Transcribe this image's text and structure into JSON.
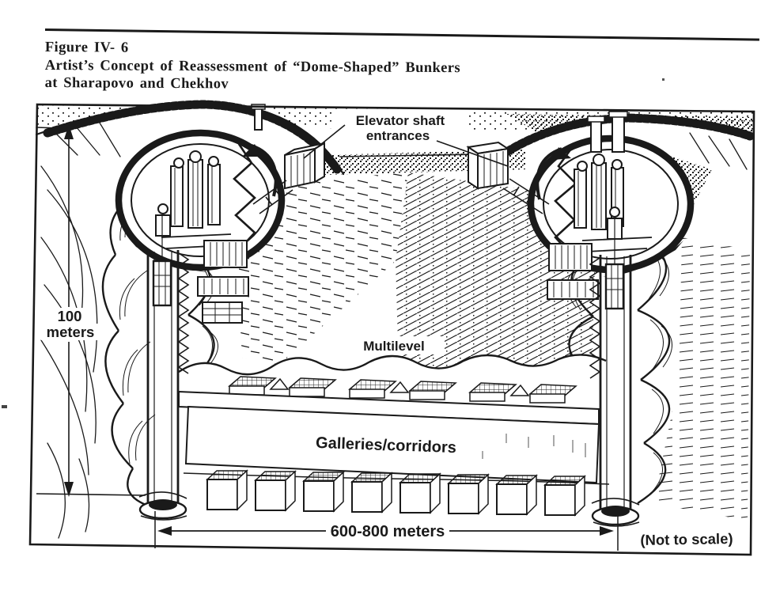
{
  "colors": {
    "ink": "#1a1a1a",
    "paper": "#ffffff"
  },
  "header": {
    "figure_label": "Figure IV- 6",
    "title_line1": "Artist’s Concept of Reassessment of “Dome-Shaped” Bunkers",
    "title_line2": "at Sharapovo and Chekhov"
  },
  "figure": {
    "elevator_label_line1": "Elevator shaft",
    "elevator_label_line2": "entrances",
    "multilevel_label": "Multilevel",
    "galleries_label": "Galleries/corridors",
    "depth_value": "100",
    "depth_unit": "meters",
    "span_label": "600-800 meters",
    "scale_note": "(Not to scale)"
  }
}
